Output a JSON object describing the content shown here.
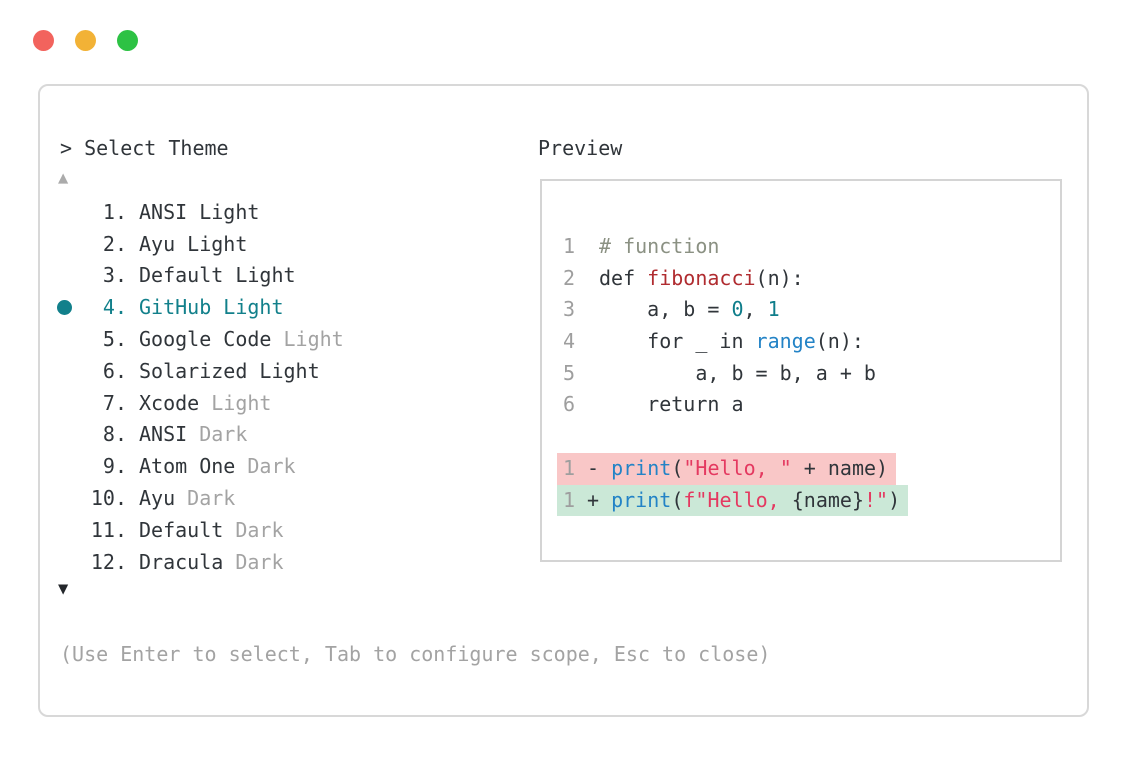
{
  "colors": {
    "text": "#30353a",
    "dim": "#a3a3a3",
    "accent": "#12808b",
    "line_number": "#9e9e9e",
    "comment": "#8b9183",
    "function_name": "#b02c30",
    "number_literal": "#0e7d8a",
    "builtin": "#2383c6",
    "string": "#e43960",
    "removed_bg": "#f9c7c7",
    "added_bg": "#cbe8d7",
    "border": "#d8d8d8",
    "light_red": "#f2635d",
    "light_yellow": "#f2b236",
    "light_green": "#2dc244"
  },
  "window": {
    "traffic_lights": [
      {
        "name": "close",
        "color_key": "light_red"
      },
      {
        "name": "minimize",
        "color_key": "light_yellow"
      },
      {
        "name": "zoom",
        "color_key": "light_green"
      }
    ]
  },
  "dialog": {
    "prompt": "> Select Theme",
    "scroll_up_icon": "▲",
    "scroll_down_icon": "▼",
    "footer_hint": "(Use Enter to select, Tab to configure scope, Esc to close)",
    "themes": [
      {
        "number": "1.",
        "name": "ANSI",
        "variant": "Light",
        "variant_dim": false,
        "selected": false
      },
      {
        "number": "2.",
        "name": "Ayu",
        "variant": "Light",
        "variant_dim": false,
        "selected": false
      },
      {
        "number": "3.",
        "name": "Default",
        "variant": "Light",
        "variant_dim": false,
        "selected": false
      },
      {
        "number": "4.",
        "name": "GitHub",
        "variant": "Light",
        "variant_dim": false,
        "selected": true
      },
      {
        "number": "5.",
        "name": "Google Code",
        "variant": "Light",
        "variant_dim": true,
        "selected": false
      },
      {
        "number": "6.",
        "name": "Solarized",
        "variant": "Light",
        "variant_dim": false,
        "selected": false
      },
      {
        "number": "7.",
        "name": "Xcode",
        "variant": "Light",
        "variant_dim": true,
        "selected": false
      },
      {
        "number": "8.",
        "name": "ANSI",
        "variant": "Dark",
        "variant_dim": true,
        "selected": false
      },
      {
        "number": "9.",
        "name": "Atom One",
        "variant": "Dark",
        "variant_dim": true,
        "selected": false
      },
      {
        "number": "10.",
        "name": "Ayu",
        "variant": "Dark",
        "variant_dim": true,
        "selected": false
      },
      {
        "number": "11.",
        "name": "Default",
        "variant": "Dark",
        "variant_dim": true,
        "selected": false
      },
      {
        "number": "12.",
        "name": "Dracula",
        "variant": "Dark",
        "variant_dim": true,
        "selected": false
      }
    ]
  },
  "preview": {
    "label": "Preview",
    "code_lines": [
      {
        "ln": "1",
        "diff": null,
        "tokens": [
          {
            "t": "# function",
            "c": "comment"
          }
        ]
      },
      {
        "ln": "2",
        "diff": null,
        "tokens": [
          {
            "t": "def ",
            "c": "text"
          },
          {
            "t": "fibonacci",
            "c": "func"
          },
          {
            "t": "(n):",
            "c": "text"
          }
        ]
      },
      {
        "ln": "3",
        "diff": null,
        "tokens": [
          {
            "t": "    a, b = ",
            "c": "text"
          },
          {
            "t": "0",
            "c": "num"
          },
          {
            "t": ", ",
            "c": "text"
          },
          {
            "t": "1",
            "c": "num"
          }
        ]
      },
      {
        "ln": "4",
        "diff": null,
        "tokens": [
          {
            "t": "    for _ in ",
            "c": "text"
          },
          {
            "t": "range",
            "c": "builtin"
          },
          {
            "t": "(n):",
            "c": "text"
          }
        ]
      },
      {
        "ln": "5",
        "diff": null,
        "tokens": [
          {
            "t": "        a, b = b, a + b",
            "c": "text"
          }
        ]
      },
      {
        "ln": "6",
        "diff": null,
        "tokens": [
          {
            "t": "    return a",
            "c": "text"
          }
        ]
      },
      {
        "ln": "",
        "diff": null,
        "tokens": []
      },
      {
        "ln": "1",
        "diff": "removed",
        "tokens": [
          {
            "t": "- ",
            "c": "text"
          },
          {
            "t": "print",
            "c": "builtin"
          },
          {
            "t": "(",
            "c": "text"
          },
          {
            "t": "\"Hello, \"",
            "c": "str"
          },
          {
            "t": " + name)",
            "c": "text"
          }
        ]
      },
      {
        "ln": "1",
        "diff": "added",
        "tokens": [
          {
            "t": "+ ",
            "c": "text"
          },
          {
            "t": "print",
            "c": "builtin"
          },
          {
            "t": "(",
            "c": "text"
          },
          {
            "t": "f\"Hello, ",
            "c": "str"
          },
          {
            "t": "{name}",
            "c": "text"
          },
          {
            "t": "!\"",
            "c": "str"
          },
          {
            "t": ")",
            "c": "text"
          }
        ]
      }
    ]
  }
}
